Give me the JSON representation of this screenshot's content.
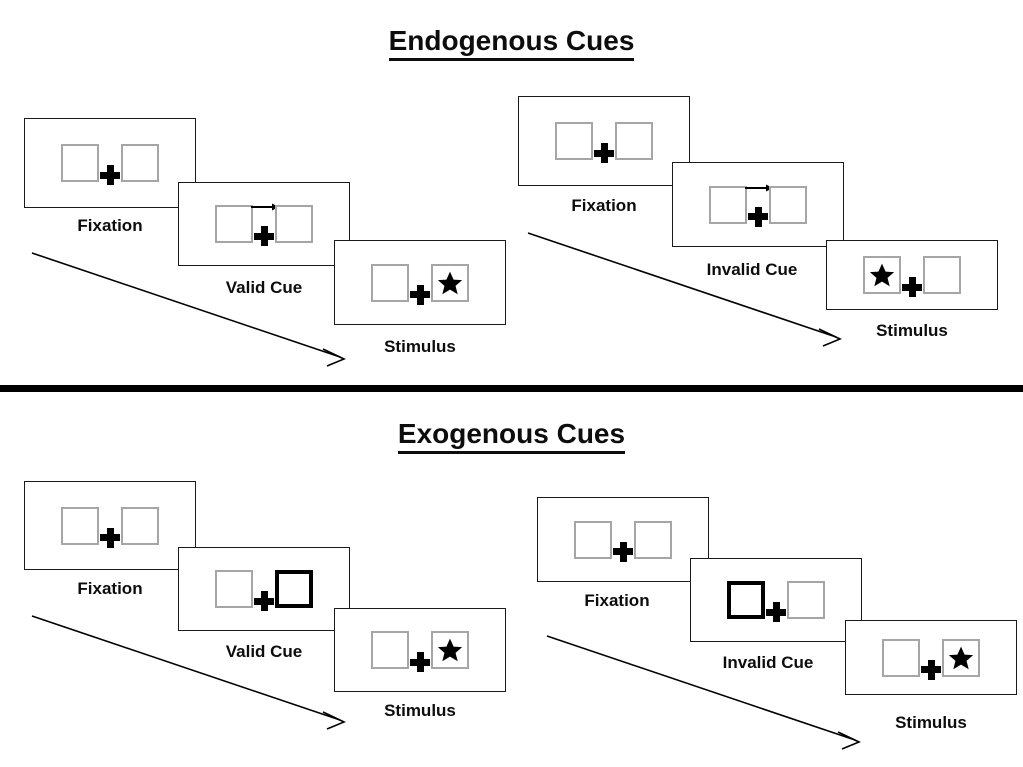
{
  "figure": {
    "sections": [
      {
        "id": "endogenous",
        "title": "Endogenous Cues",
        "groups": [
          {
            "id": "endogenous-valid",
            "panels": [
              {
                "label": "Fixation",
                "cue": "none",
                "left_content": "empty",
                "right_content": "empty",
                "left_state": "normal",
                "right_state": "normal"
              },
              {
                "label": "Valid Cue",
                "cue": "arrow-right",
                "left_content": "empty",
                "right_content": "empty",
                "left_state": "normal",
                "right_state": "normal"
              },
              {
                "label": "Stimulus",
                "cue": "none",
                "left_content": "empty",
                "right_content": "star",
                "left_state": "normal",
                "right_state": "normal"
              }
            ]
          },
          {
            "id": "endogenous-invalid",
            "panels": [
              {
                "label": "Fixation",
                "cue": "none",
                "left_content": "empty",
                "right_content": "empty",
                "left_state": "normal",
                "right_state": "normal"
              },
              {
                "label": "Invalid Cue",
                "cue": "arrow-right",
                "left_content": "empty",
                "right_content": "empty",
                "left_state": "normal",
                "right_state": "normal"
              },
              {
                "label": "Stimulus",
                "cue": "none",
                "left_content": "star",
                "right_content": "empty",
                "left_state": "normal",
                "right_state": "normal"
              }
            ]
          }
        ]
      },
      {
        "id": "exogenous",
        "title": "Exogenous Cues",
        "groups": [
          {
            "id": "exogenous-valid",
            "panels": [
              {
                "label": "Fixation",
                "cue": "none",
                "left_content": "empty",
                "right_content": "empty",
                "left_state": "normal",
                "right_state": "normal"
              },
              {
                "label": "Valid Cue",
                "cue": "none",
                "left_content": "empty",
                "right_content": "empty",
                "left_state": "normal",
                "right_state": "highlight"
              },
              {
                "label": "Stimulus",
                "cue": "none",
                "left_content": "empty",
                "right_content": "star",
                "left_state": "normal",
                "right_state": "normal"
              }
            ]
          },
          {
            "id": "exogenous-invalid",
            "panels": [
              {
                "label": "Fixation",
                "cue": "none",
                "left_content": "empty",
                "right_content": "empty",
                "left_state": "normal",
                "right_state": "normal"
              },
              {
                "label": "Invalid Cue",
                "cue": "none",
                "left_content": "empty",
                "right_content": "empty",
                "left_state": "highlight",
                "right_state": "normal"
              },
              {
                "label": "Stimulus",
                "cue": "none",
                "left_content": "empty",
                "right_content": "star",
                "left_state": "normal",
                "right_state": "normal"
              }
            ]
          }
        ]
      }
    ],
    "icons": {
      "cue_arrow": "arrow-right-icon",
      "target": "star-icon",
      "fixation": "fixation-cross-icon",
      "time": "time-arrow-icon"
    },
    "colors": {
      "text": "#0d0d0d",
      "panel_border": "#1a1a1a",
      "slot_border": "#a6a6a6",
      "highlight_border": "#000000",
      "divider": "#000000",
      "background": "#ffffff"
    }
  }
}
